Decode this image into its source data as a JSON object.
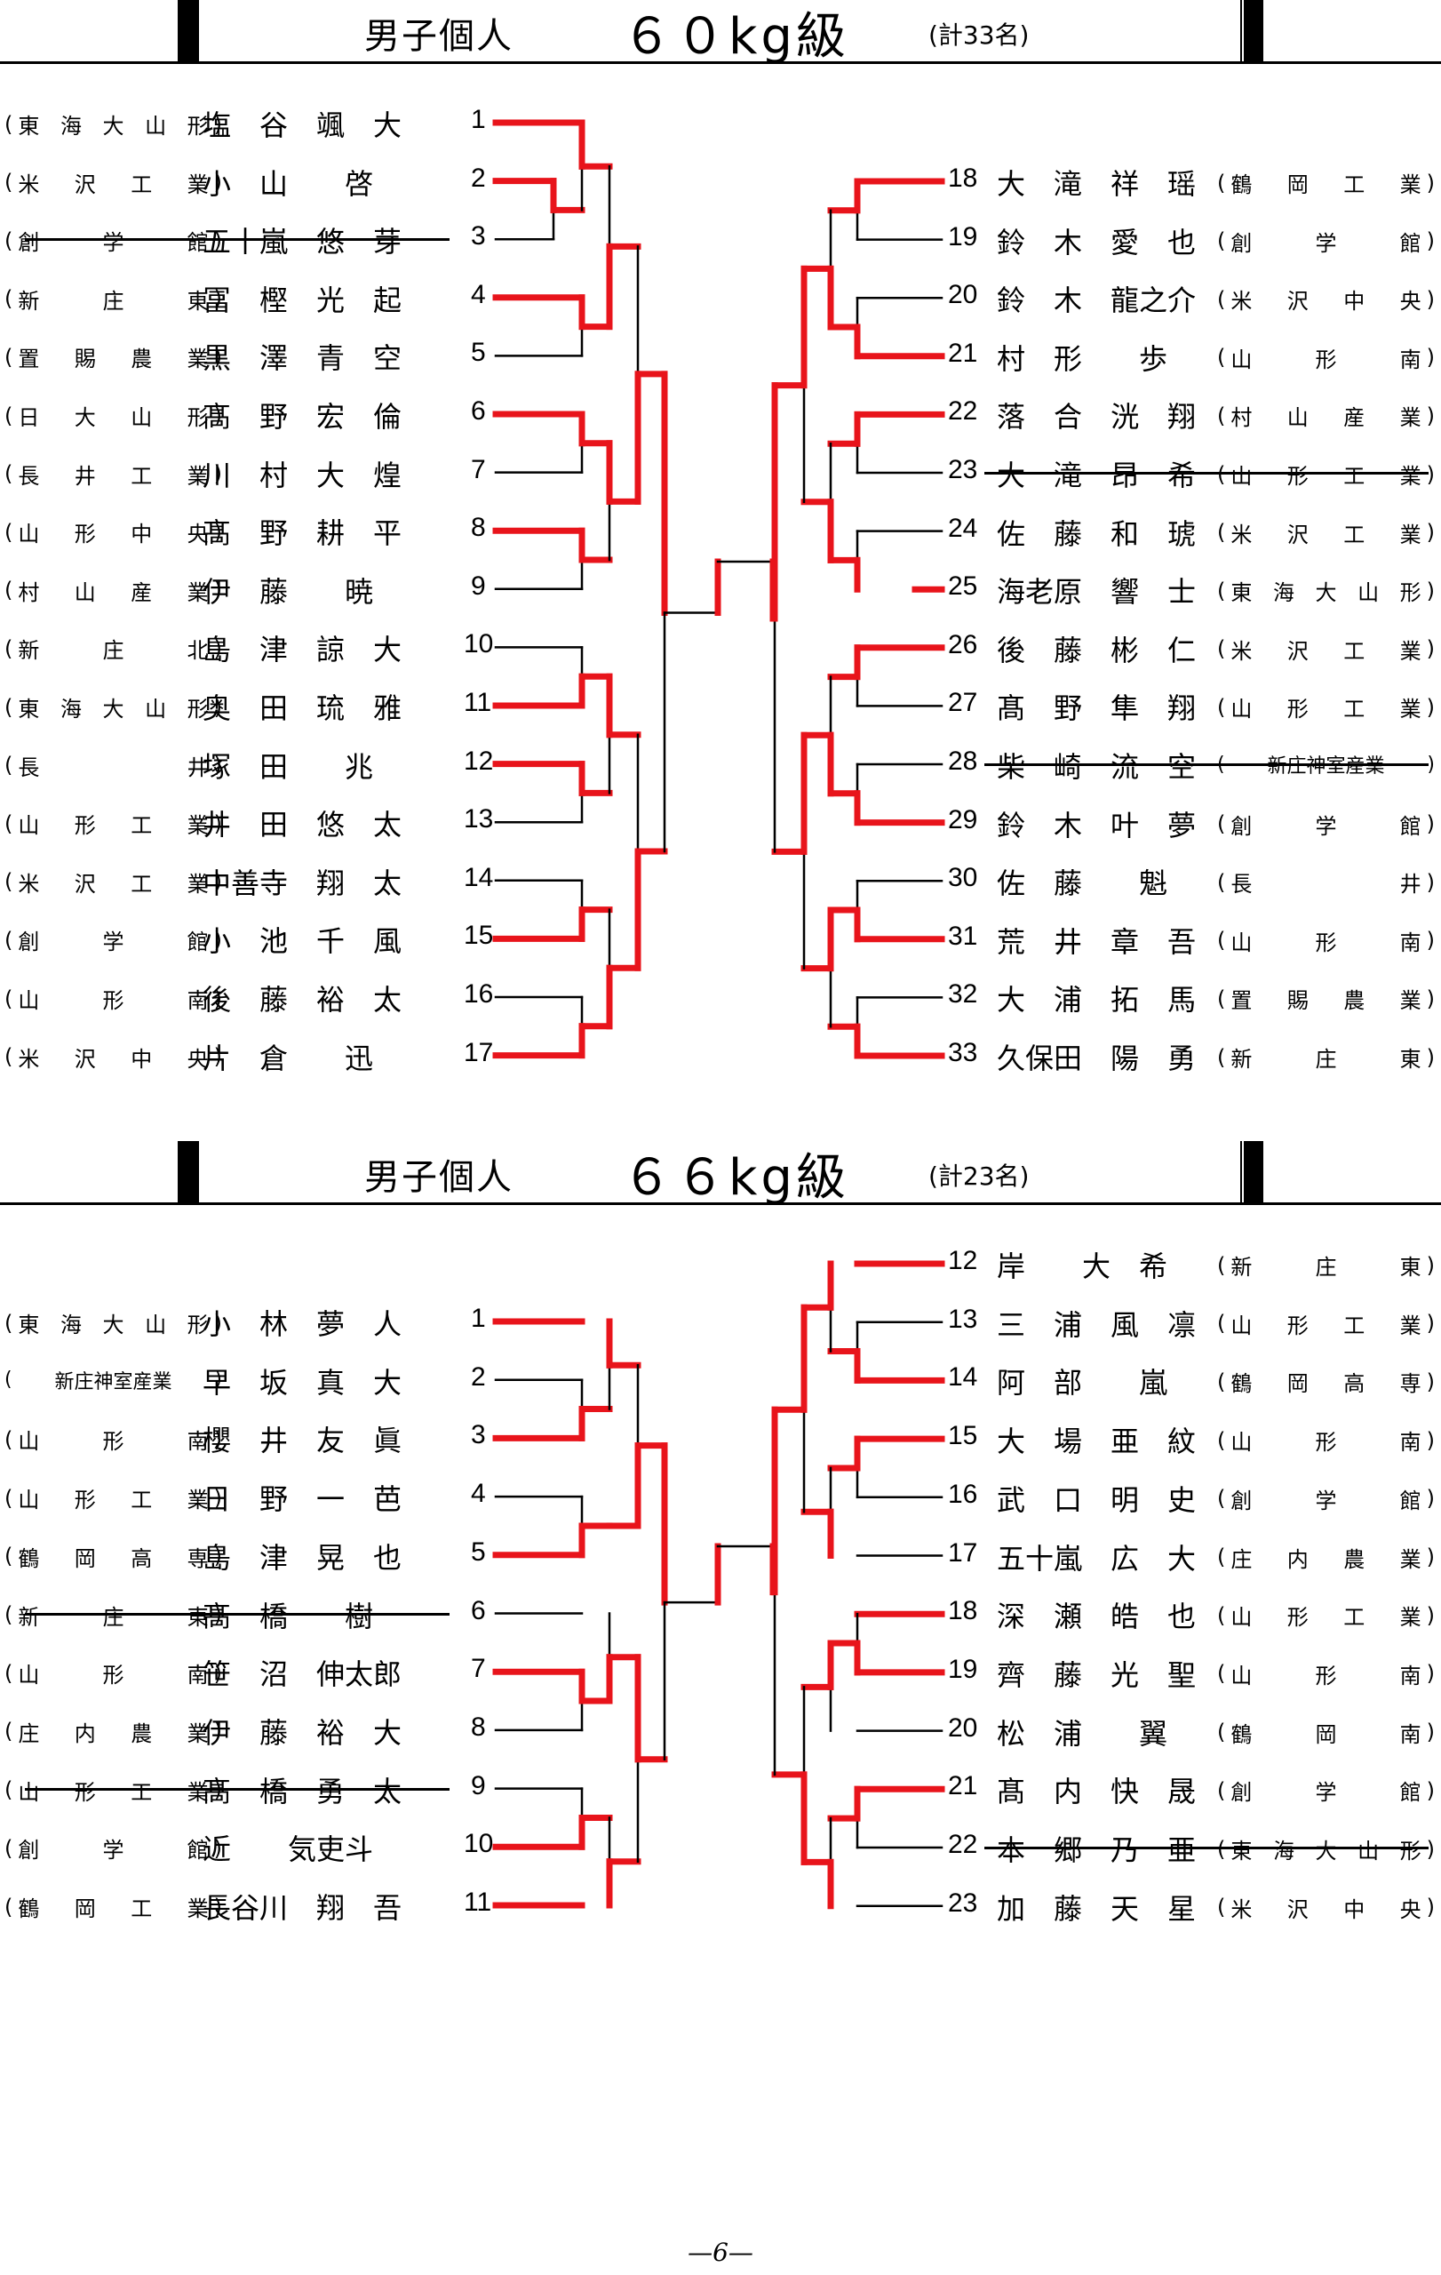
{
  "brackets": [
    {
      "title": "男子個人",
      "weight_class": "６０kg級",
      "count": "(計33名)",
      "left": [
        {
          "n": "1",
          "school": "東海大山形",
          "name": "塩　谷　颯　大",
          "win": true
        },
        {
          "n": "2",
          "school": "米沢工業",
          "name": "小　山　　啓",
          "win": true
        },
        {
          "n": "3",
          "school": "創学館",
          "name": "五十嵐　悠　芽",
          "win": false,
          "withdrawn": true
        },
        {
          "n": "4",
          "school": "新庄東",
          "name": "冨　樫　光　起",
          "win": true
        },
        {
          "n": "5",
          "school": "置賜農業",
          "name": "黒　澤　青　空",
          "win": false
        },
        {
          "n": "6",
          "school": "日大山形",
          "name": "髙　野　宏　倫",
          "win": true
        },
        {
          "n": "7",
          "school": "長井工業",
          "name": "川　村　大　煌",
          "win": false
        },
        {
          "n": "8",
          "school": "山形中央",
          "name": "髙　野　耕　平",
          "win": true
        },
        {
          "n": "9",
          "school": "村山産業",
          "name": "伊　藤　　暁",
          "win": false
        },
        {
          "n": "10",
          "school": "新庄北",
          "name": "島　津　諒　大",
          "win": false
        },
        {
          "n": "11",
          "school": "東海大山形",
          "name": "奥　田　琉　雅",
          "win": true
        },
        {
          "n": "12",
          "school": "長井",
          "name": "塚　田　　兆",
          "win": true
        },
        {
          "n": "13",
          "school": "山形工業",
          "name": "井　田　悠　太",
          "win": false
        },
        {
          "n": "14",
          "school": "米沢工業",
          "name": "中善寺　翔　太",
          "win": false
        },
        {
          "n": "15",
          "school": "創学館",
          "name": "小　池　千　風",
          "win": true
        },
        {
          "n": "16",
          "school": "山形南",
          "name": "後　藤　裕　太",
          "win": false
        },
        {
          "n": "17",
          "school": "米沢中央",
          "name": "片　倉　　迅",
          "win": true
        }
      ],
      "right": [
        {
          "n": "18",
          "school": "鶴岡工業",
          "name": "大　滝　祥　瑶",
          "win": true
        },
        {
          "n": "19",
          "school": "創学館",
          "name": "鈴　木　愛　也",
          "win": false
        },
        {
          "n": "20",
          "school": "米沢中央",
          "name": "鈴　木　龍之介",
          "win": false
        },
        {
          "n": "21",
          "school": "山形南",
          "name": "村　形　　歩",
          "win": true
        },
        {
          "n": "22",
          "school": "村山産業",
          "name": "落　合　洸　翔",
          "win": true
        },
        {
          "n": "23",
          "school": "山形工業",
          "name": "大　滝　昂　希",
          "win": false,
          "withdrawn": true
        },
        {
          "n": "24",
          "school": "米沢工業",
          "name": "佐　藤　和　琥",
          "win": false
        },
        {
          "n": "25",
          "school": "東海大山形",
          "name": "海老原　響　士",
          "win": true
        },
        {
          "n": "26",
          "school": "米沢工業",
          "name": "後　藤　彬　仁",
          "win": true
        },
        {
          "n": "27",
          "school": "山形工業",
          "name": "髙　野　隼　翔",
          "win": false
        },
        {
          "n": "28",
          "school": "新庄神室産業",
          "name": "柴　崎　流　空",
          "win": false,
          "withdrawn": true
        },
        {
          "n": "29",
          "school": "創学館",
          "name": "鈴　木　叶　夢",
          "win": true
        },
        {
          "n": "30",
          "school": "長井",
          "name": "佐　藤　　魁",
          "win": false
        },
        {
          "n": "31",
          "school": "山形南",
          "name": "荒　井　章　吾",
          "win": true
        },
        {
          "n": "32",
          "school": "置賜農業",
          "name": "大　浦　拓　馬",
          "win": false
        },
        {
          "n": "33",
          "school": "新庄東",
          "name": "久保田　陽　勇",
          "win": true
        }
      ]
    },
    {
      "title": "男子個人",
      "weight_class": "６６kg級",
      "count": "(計23名)",
      "left": [
        {
          "n": "1",
          "school": "東海大山形",
          "name": "小　林　夢　人",
          "win": true
        },
        {
          "n": "2",
          "school": "新庄神室産業",
          "name": "早　坂　真　大",
          "win": false
        },
        {
          "n": "3",
          "school": "山形南",
          "name": "櫻　井　友　眞",
          "win": true
        },
        {
          "n": "4",
          "school": "山形工業",
          "name": "日　野　一　芭",
          "win": false
        },
        {
          "n": "5",
          "school": "鶴岡高専",
          "name": "島　津　晃　也",
          "win": true
        },
        {
          "n": "6",
          "school": "新庄東",
          "name": "髙　橋　　樹",
          "win": false,
          "withdrawn": true
        },
        {
          "n": "7",
          "school": "山形南",
          "name": "笹　沼　伸太郎",
          "win": true
        },
        {
          "n": "8",
          "school": "庄内農業",
          "name": "伊　藤　裕　大",
          "win": false
        },
        {
          "n": "9",
          "school": "山形工業",
          "name": "髙　橋　勇　太",
          "win": false,
          "withdrawn": true
        },
        {
          "n": "10",
          "school": "創学館",
          "name": "近　　気吏斗",
          "win": true
        },
        {
          "n": "11",
          "school": "鶴岡工業",
          "name": "長谷川　翔　吾",
          "win": true
        }
      ],
      "right": [
        {
          "n": "12",
          "school": "新庄東",
          "name": "岸　　大　希",
          "win": true
        },
        {
          "n": "13",
          "school": "山形工業",
          "name": "三　浦　風　凛",
          "win": false
        },
        {
          "n": "14",
          "school": "鶴岡高専",
          "name": "阿　部　　嵐",
          "win": true
        },
        {
          "n": "15",
          "school": "山形南",
          "name": "大　場　亜　紋",
          "win": true
        },
        {
          "n": "16",
          "school": "創学館",
          "name": "武　口　明　史",
          "win": false
        },
        {
          "n": "17",
          "school": "庄内農業",
          "name": "五十嵐　広　大",
          "win": false
        },
        {
          "n": "18",
          "school": "山形工業",
          "name": "深　瀬　皓　也",
          "win": true
        },
        {
          "n": "19",
          "school": "山形南",
          "name": "齊　藤　光　聖",
          "win": true
        },
        {
          "n": "20",
          "school": "鶴岡南",
          "name": "松　浦　　翼",
          "win": false
        },
        {
          "n": "21",
          "school": "創学館",
          "name": "髙　内　快　晟",
          "win": true
        },
        {
          "n": "22",
          "school": "東海大山形",
          "name": "本　郷　乃　亜",
          "win": false,
          "withdrawn": true
        },
        {
          "n": "23",
          "school": "米沢中央",
          "name": "加　藤　天　星",
          "win": false
        }
      ]
    }
  ],
  "page_number": "—6—",
  "colors": {
    "win": "#e8141b",
    "line": "#000000"
  }
}
